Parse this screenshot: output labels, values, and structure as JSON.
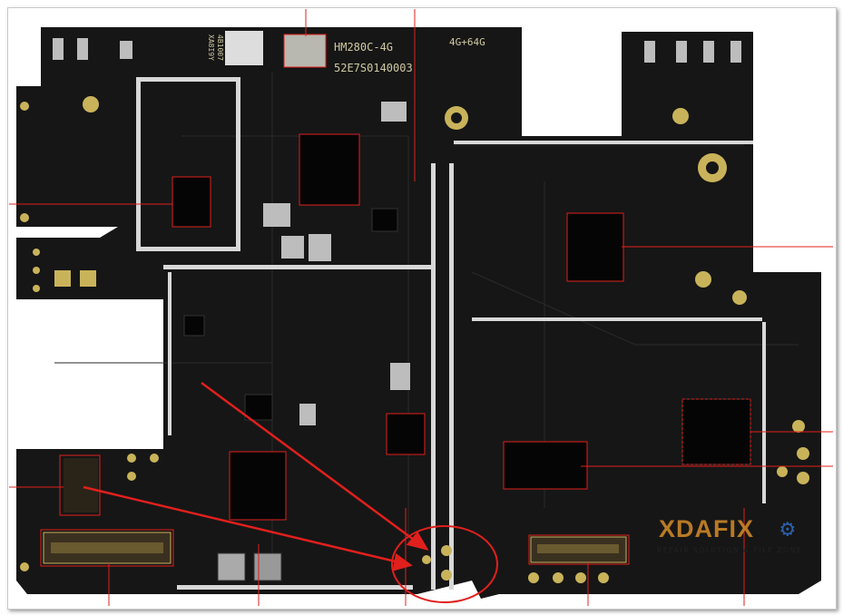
{
  "board": {
    "model_label": "HM280C-4G",
    "serial_label": "52E7S0140003",
    "memory_label": "4G+64G",
    "code_label_1": "XA8I9Y",
    "code_label_2": "4B1007"
  },
  "watermark": {
    "brand": "XDAFIX",
    "tagline": "REPAIR SOLUTION & FILE ZONE",
    "icon": "gear-icon"
  },
  "colors": {
    "board": "#161616",
    "annotation": "#e0201c",
    "pad": "#c9b35a",
    "component": "#b9b6ae"
  }
}
